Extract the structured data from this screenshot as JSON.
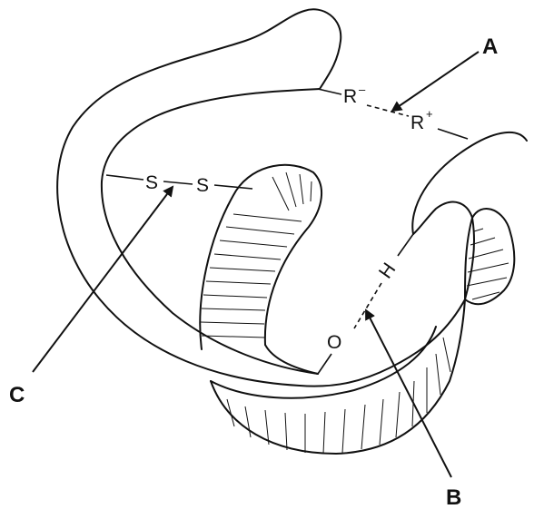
{
  "labels": {
    "a": "A",
    "b": "B",
    "c": "C"
  },
  "atoms": {
    "r_minus": "R",
    "r_minus_sign": "–",
    "r_plus": "R",
    "r_plus_sign": "+",
    "s_left": "S",
    "s_right": "S",
    "h": "H",
    "o": "O"
  },
  "colors": {
    "ink": "#111111",
    "background": "#ffffff"
  }
}
